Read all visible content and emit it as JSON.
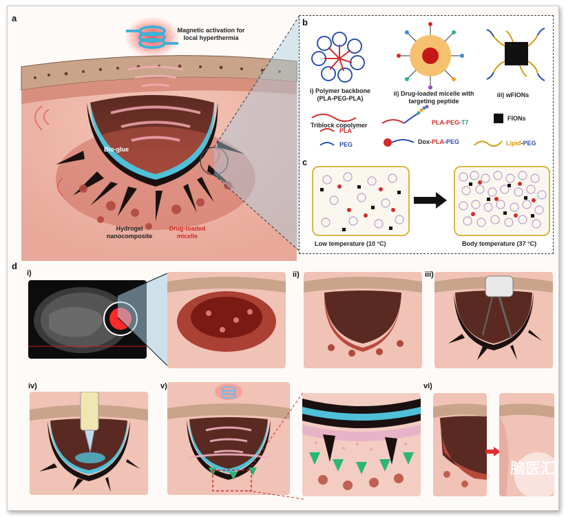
{
  "panel_letters": {
    "a": "a",
    "b": "b",
    "c": "c",
    "d": "d"
  },
  "panel_a": {
    "title": "Magnetic activation for local hyperthermia",
    "bioglue": "Bio-glue",
    "hydrogel": "Hydrogel nanocomposite",
    "micelle": "Drug-loaded micelle"
  },
  "panel_b": {
    "item_i": "i) Polymer backbone (PLA-PEG-PLA)",
    "item_ii": "ii) Drug-loaded micelle with targeting peptide",
    "item_iii": "iii) wFIONs",
    "triblock": "Triblock copolymer",
    "pla": "PLA",
    "peg": "PEG",
    "t7_prefix": "PLA-PEG-",
    "t7": "T7",
    "fions": "FIONs",
    "dox_prefix": "Dox-",
    "dox_pla": "PLA",
    "dox_peg": "PEG",
    "lipid": "Lipid",
    "lipid_peg": "PEG"
  },
  "panel_c": {
    "low": "Low temperature (10 °C)",
    "body": "Body temperature (37 °C)"
  },
  "panel_d": {
    "i": "i)",
    "ii": "ii)",
    "iii": "iii)",
    "iv": "iv)",
    "v": "v)",
    "vi": "vi)"
  },
  "watermark": "脑医汇",
  "colors": {
    "tissue": "#e8a99a",
    "tumor": "#8b1a14",
    "bioglue": "#4fc0d8",
    "skull": "#c9a48a",
    "legend_red": "#d42a2a",
    "legend_blue": "#2a4fb0",
    "box_gold": "#d8b64a"
  }
}
